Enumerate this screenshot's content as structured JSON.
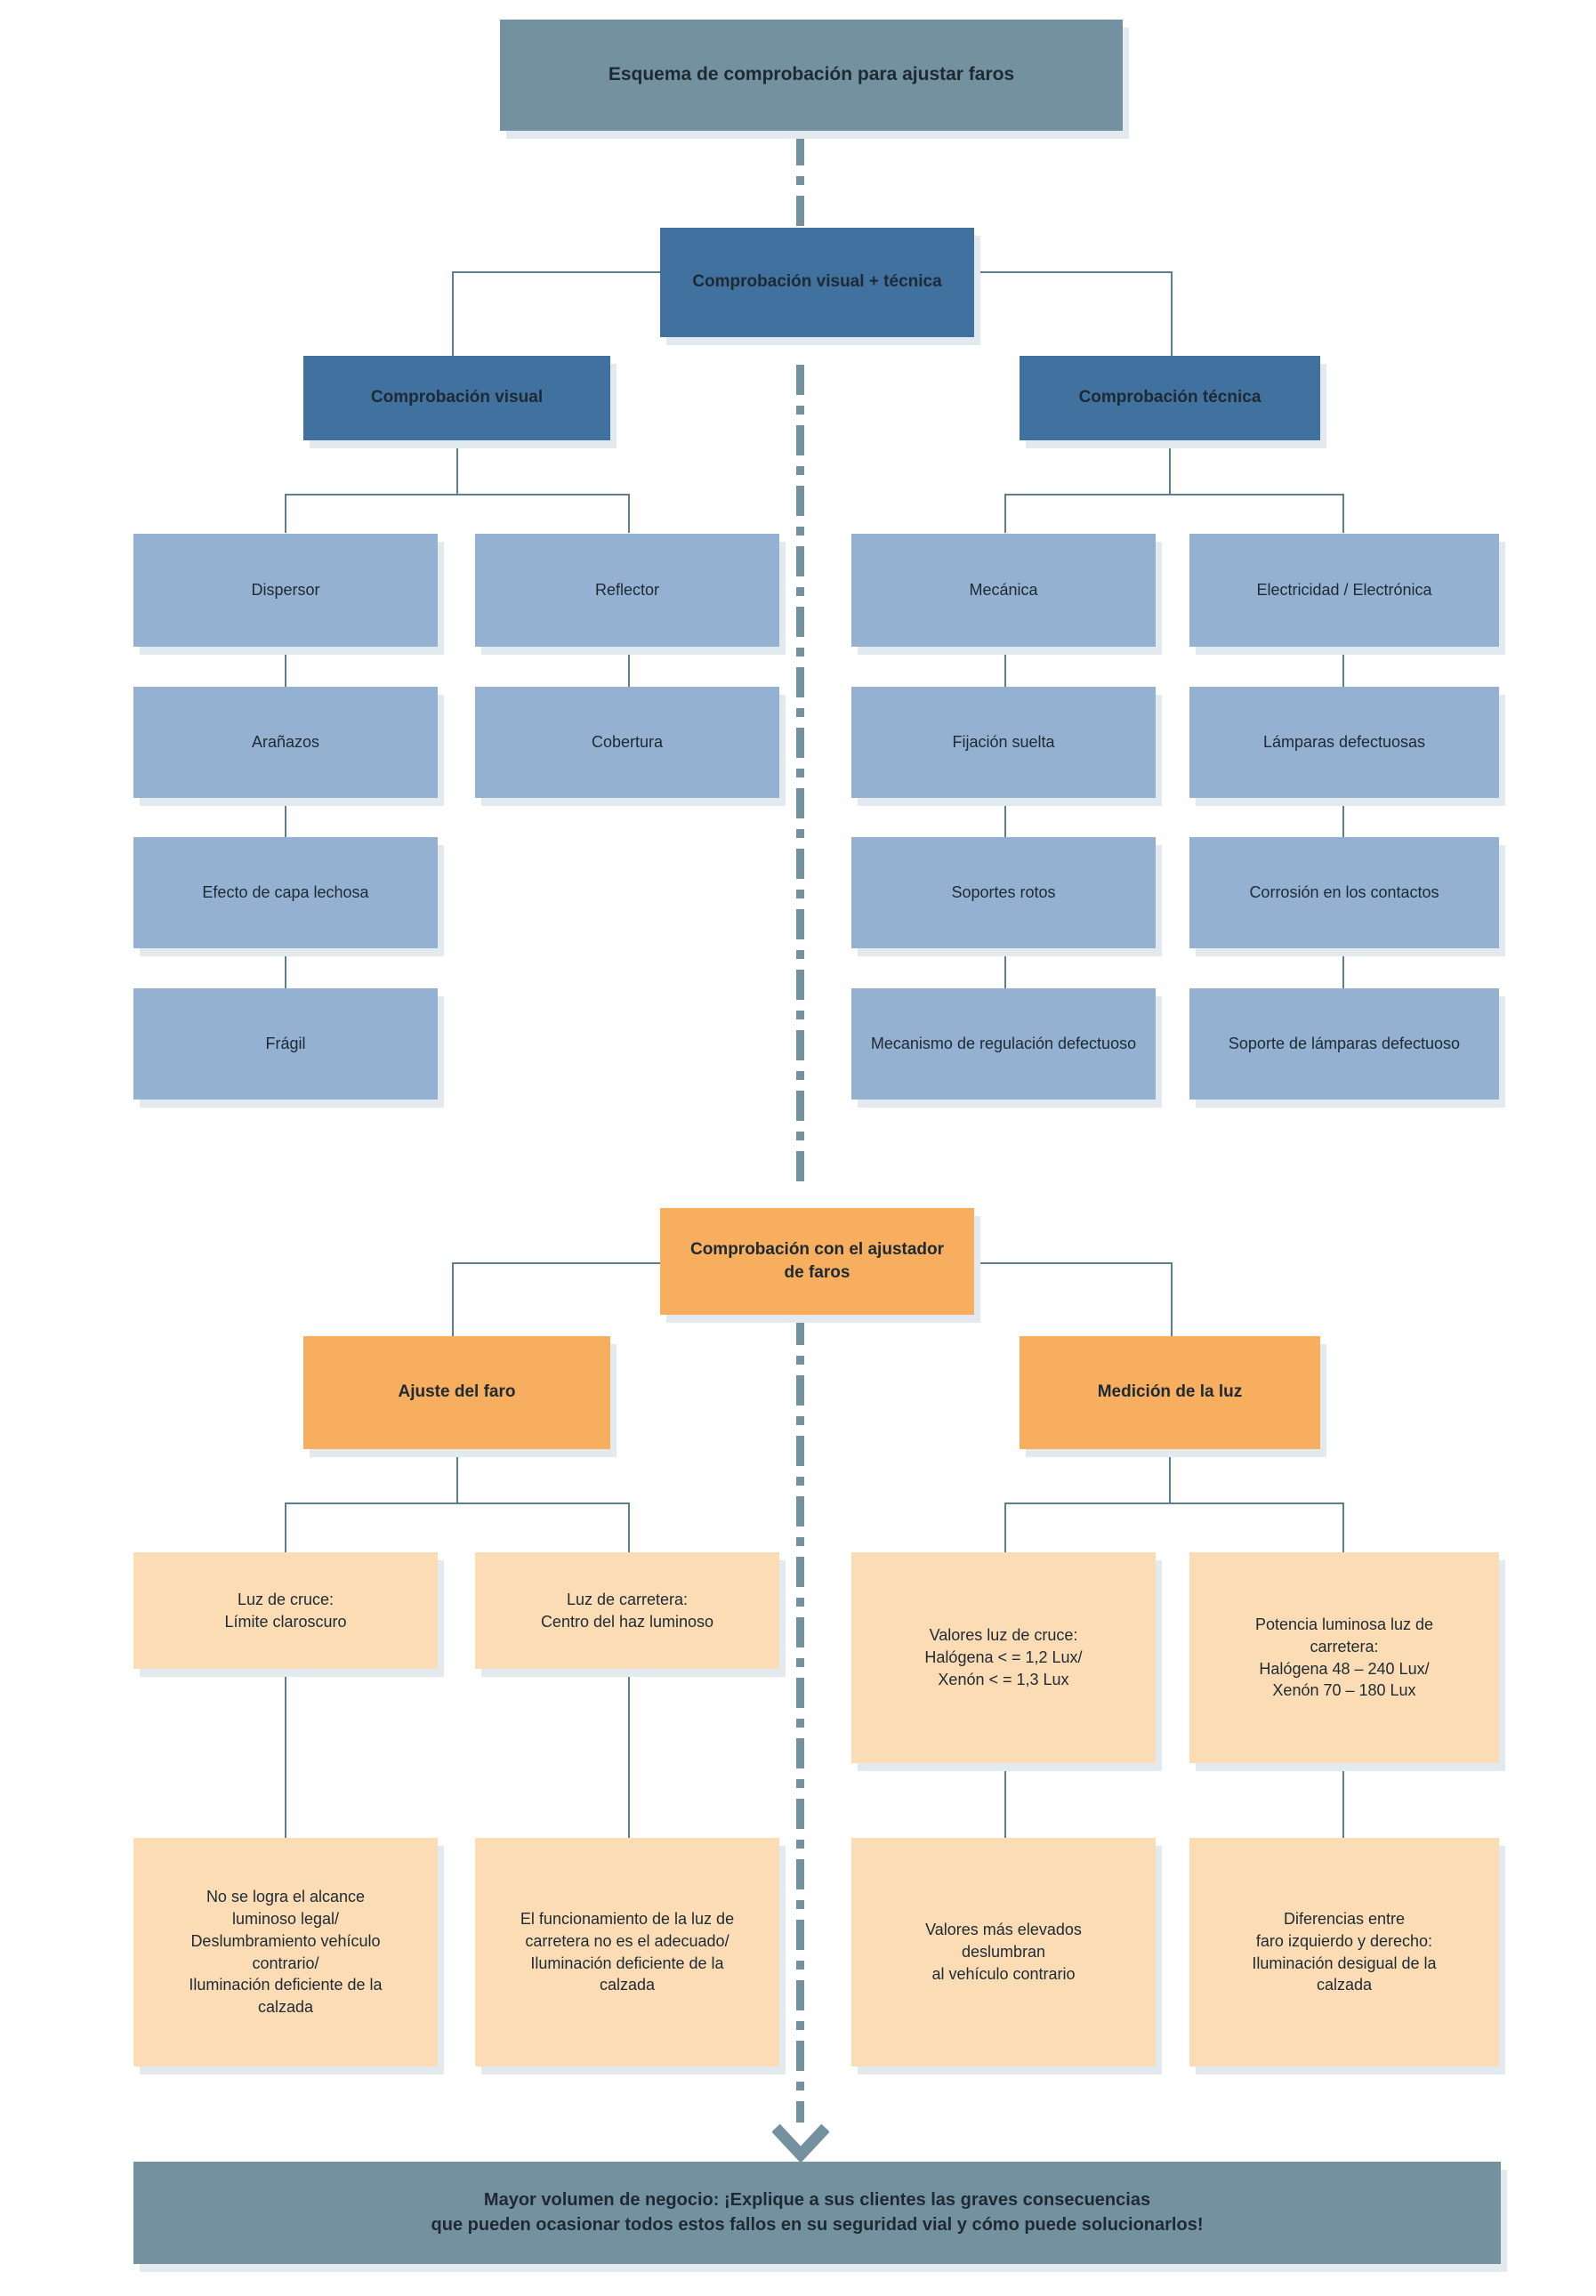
{
  "diagram": {
    "title": "Esquema de comprobación para ajustar faros",
    "colors": {
      "slate": "#74919f",
      "blue": "#41719e",
      "light_blue": "#94b1d2",
      "orange": "#f7ae5e",
      "light_orange": "#fbdcb5",
      "connector": "#5c7e92",
      "shadow": "#e3eaef",
      "text": "#1d2a33",
      "background": "#ffffff"
    },
    "header": {
      "label": "Esquema de comprobación para ajustar faros"
    },
    "section_visual_tecnica": {
      "root": "Comprobación visual + técnica",
      "branches": [
        {
          "label": "Comprobación visual",
          "columns": [
            {
              "head": "Dispersor",
              "items": [
                "Arañazos",
                "Efecto de capa lechosa",
                "Frágil"
              ]
            },
            {
              "head": "Reflector",
              "items": [
                "Cobertura"
              ]
            }
          ]
        },
        {
          "label": "Comprobación técnica",
          "columns": [
            {
              "head": "Mecánica",
              "items": [
                "Fijación suelta",
                "Soportes rotos",
                "Mecanismo de regulación defectuoso"
              ]
            },
            {
              "head": "Electricidad / Electrónica",
              "items": [
                "Lámparas defectuosas",
                "Corrosión en los contactos",
                "Soporte de lámparas defectuoso"
              ]
            }
          ]
        }
      ]
    },
    "section_ajustador": {
      "root": "Comprobación con el ajustador\nde faros",
      "branches": [
        {
          "label": "Ajuste del faro",
          "columns": [
            {
              "head": "Luz de cruce:\nLímite claroscuro",
              "result": "No se logra el alcance\nluminoso legal/\nDeslumbramiento vehículo\ncontrario/\nIluminación deficiente de la\ncalzada"
            },
            {
              "head": "Luz de carretera:\nCentro del haz luminoso",
              "result": "El funcionamiento de la luz de\ncarretera no es el adecuado/\nIluminación deficiente de la\ncalzada"
            }
          ]
        },
        {
          "label": "Medición de la luz",
          "columns": [
            {
              "head": "Valores luz de cruce:\nHalógena < = 1,2 Lux/\nXenón < = 1,3 Lux",
              "result": "Valores más elevados\ndeslumbran\nal vehículo contrario"
            },
            {
              "head": "Potencia luminosa luz de\ncarretera:\nHalógena 48 – 240 Lux/\nXenón 70 – 180 Lux",
              "result": "Diferencias entre\nfaro izquierdo y derecho:\nIluminación desigual de la\ncalzada"
            }
          ]
        }
      ]
    },
    "footer": {
      "line1": "Mayor volumen de negocio: ¡Explique a sus clientes las graves consecuencias",
      "line2": "que pueden ocasionar todos estos fallos en su seguridad vial y cómo puede solucionarlos!"
    }
  }
}
